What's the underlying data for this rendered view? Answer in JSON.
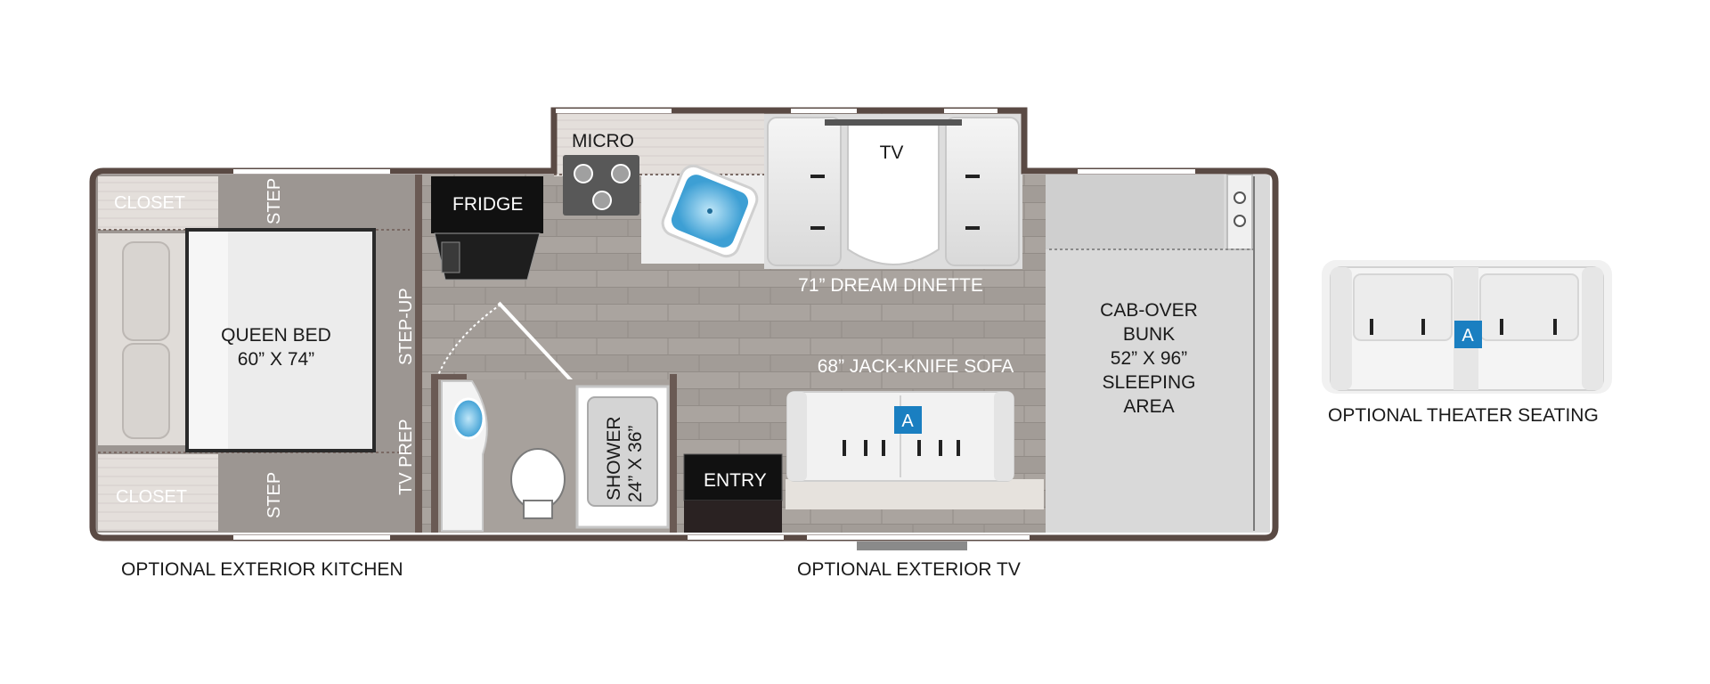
{
  "rooms": {
    "closet_top": "CLOSET",
    "closet_bottom": "CLOSET",
    "step_top": "STEP",
    "step_bottom": "STEP",
    "bed_line1": "QUEEN BED",
    "bed_line2": "60” X 74”",
    "step_up": "STEP-UP",
    "tv_prep": "TV PREP",
    "fridge": "FRIDGE",
    "micro": "MICRO",
    "tv": "TV",
    "dinette": "71” DREAM DINETTE",
    "sofa": "68” JACK-KNIFE SOFA",
    "shower_line1": "SHOWER",
    "shower_line2": "24” X 36”",
    "entry": "ENTRY",
    "bunk_line1": "CAB-OVER",
    "bunk_line2": "BUNK",
    "bunk_line3": "52” X 96”",
    "bunk_line4": "SLEEPING",
    "bunk_line5": "AREA"
  },
  "badges": {
    "sofa_badge": "A",
    "theater_badge": "A"
  },
  "captions": {
    "exterior_kitchen": "OPTIONAL EXTERIOR KITCHEN",
    "exterior_tv": "OPTIONAL EXTERIOR TV",
    "theater_seating": "OPTIONAL THEATER SEATING"
  },
  "colors": {
    "wall": "#5a4a44",
    "floor": "#9e9894",
    "badge": "#1a7fc1",
    "bunk": "#d8d8d8"
  }
}
